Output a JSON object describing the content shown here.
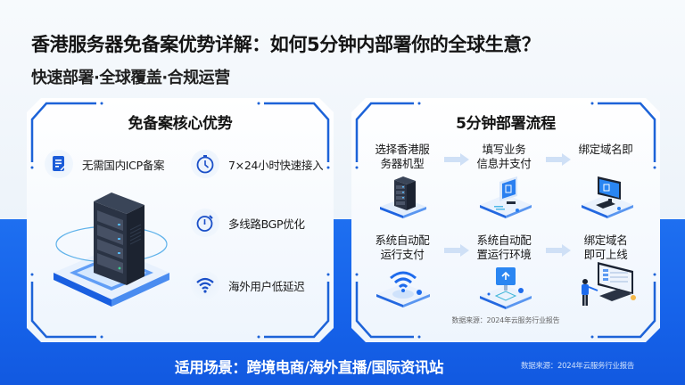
{
  "header": {
    "title": "香港服务器免备案优势详解：如何5分钟内部署你的全球生意？",
    "subtitle": "快速部署·全球覆盖·合规运营"
  },
  "left_panel": {
    "title": "免备案核心优势",
    "features": [
      {
        "icon": "document-icon",
        "label": "无需国内ICP备案"
      },
      {
        "icon": "clock-icon",
        "label": "7×24小时快速接入"
      },
      {
        "icon": "stopwatch-icon",
        "label": "多线路BGP优化"
      },
      {
        "icon": "wifi-icon",
        "label": "海外用户低延迟"
      }
    ],
    "illustration": "server-rack-illustration"
  },
  "right_panel": {
    "title": "5分钟部署流程",
    "steps": [
      {
        "line1": "选择香港服",
        "line2": "务器机型",
        "illustration": "server-illustration"
      },
      {
        "line1": "填写业务",
        "line2": "信息并支付",
        "illustration": "payment-terminal-illustration"
      },
      {
        "line1": "绑定域名即",
        "line2": "",
        "illustration": "computer-illustration"
      },
      {
        "line1": "系统自动配",
        "line2": "运行支付",
        "illustration": "wifi-router-illustration"
      },
      {
        "line1": "系统自动配",
        "line2": "置运行环境",
        "illustration": "config-monitor-illustration"
      },
      {
        "line1": "绑定域名",
        "line2": "即可上线",
        "illustration": "user-computer-illustration"
      }
    ],
    "source": "数据来源：2024年云服务行业报告"
  },
  "footer": {
    "scenarios": "适用场景：跨境电商/海外直播/国际资讯站",
    "source": "数据来源：2024年云服务行业报告"
  },
  "colors": {
    "accent_blue": "#1a66ee",
    "frame_blue": "#1d63d8",
    "title_text": "#141414"
  }
}
